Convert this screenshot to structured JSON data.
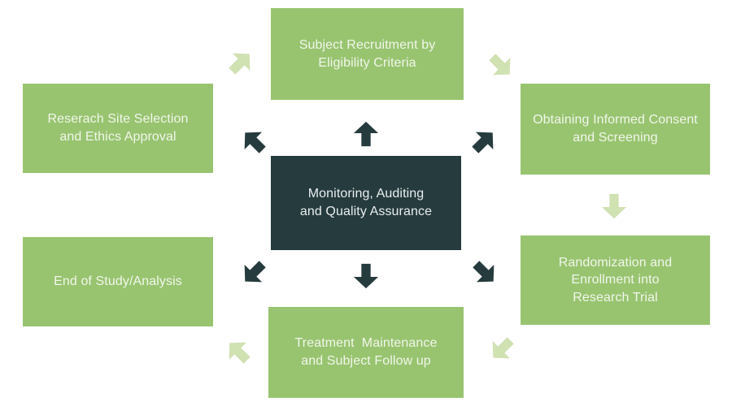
{
  "diagram": {
    "background": "#ffffff",
    "colors": {
      "box_green": "#98c470",
      "box_dark": "#263b3d",
      "arrow_dark": "#263b3d",
      "arrow_light": "#d0e1b2",
      "text_on_green": "#f1f6ea",
      "text_on_dark": "#e8eef0"
    },
    "boxes": {
      "top": {
        "lines": [
          "Subject Recruitment by",
          "Eligibility Criteria"
        ]
      },
      "left_top": {
        "lines": [
          "Reserach Site Selection",
          "and Ethics Approval"
        ]
      },
      "right_top": {
        "lines": [
          "Obtaining Informed Consent",
          "and Screening"
        ]
      },
      "center": {
        "lines": [
          "Monitoring, Auditing",
          "and Quality Assurance"
        ]
      },
      "left_bottom": {
        "lines": [
          "End of Study/Analysis"
        ]
      },
      "right_bottom": {
        "lines": [
          "Randomization and",
          "Enrollment into",
          "Research Trial"
        ]
      },
      "bottom": {
        "lines": [
          "Treatment  Maintenance",
          "and Subject Follow up"
        ]
      }
    },
    "arrows": [
      {
        "name": "arrow-center-to-top",
        "direction": "up",
        "style": "dark"
      },
      {
        "name": "arrow-center-to-left-top",
        "direction": "up-left",
        "style": "dark"
      },
      {
        "name": "arrow-center-to-right-top",
        "direction": "up-right",
        "style": "dark"
      },
      {
        "name": "arrow-center-to-left-bottom",
        "direction": "down-left",
        "style": "dark"
      },
      {
        "name": "arrow-center-to-right-bottom",
        "direction": "down-right",
        "style": "dark"
      },
      {
        "name": "arrow-center-to-bottom",
        "direction": "down",
        "style": "dark"
      },
      {
        "name": "arrow-left-top-to-top",
        "direction": "up-right",
        "style": "light"
      },
      {
        "name": "arrow-top-to-right-top",
        "direction": "down-right",
        "style": "light"
      },
      {
        "name": "arrow-right-top-to-right-bottom",
        "direction": "down",
        "style": "light"
      },
      {
        "name": "arrow-right-bottom-to-bottom",
        "direction": "down-left",
        "style": "light"
      },
      {
        "name": "arrow-bottom-to-left-bottom",
        "direction": "up-left",
        "style": "light"
      }
    ]
  }
}
